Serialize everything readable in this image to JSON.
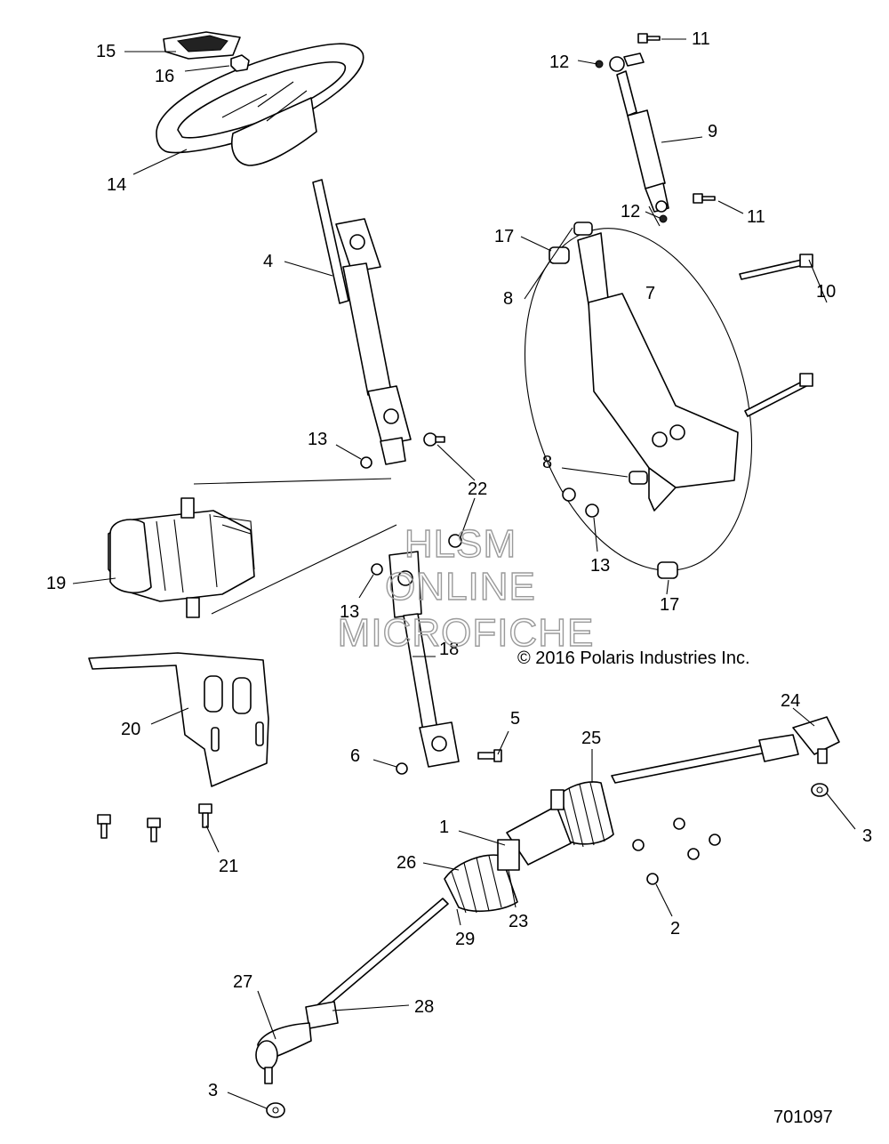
{
  "callouts": {
    "c1": "1",
    "c2": "2",
    "c3a": "3",
    "c3b": "3",
    "c4": "4",
    "c5": "5",
    "c6": "6",
    "c7": "7",
    "c8a": "8",
    "c8b": "8",
    "c9": "9",
    "c10": "10",
    "c11a": "11",
    "c11b": "11",
    "c12a": "12",
    "c12b": "12",
    "c13a": "13",
    "c13b": "13",
    "c13c": "13",
    "c14": "14",
    "c15": "15",
    "c16": "16",
    "c17a": "17",
    "c17b": "17",
    "c18": "18",
    "c19": "19",
    "c20": "20",
    "c21": "21",
    "c22": "22",
    "c23": "23",
    "c24": "24",
    "c25": "25",
    "c26": "26",
    "c27": "27",
    "c28": "28",
    "c29": "29"
  },
  "watermark": {
    "line1": "HLSM",
    "line2": "ONLINE",
    "line3": "MICROFICHE"
  },
  "copyright": "© 2016 Polaris Industries Inc.",
  "document_number": "701097"
}
